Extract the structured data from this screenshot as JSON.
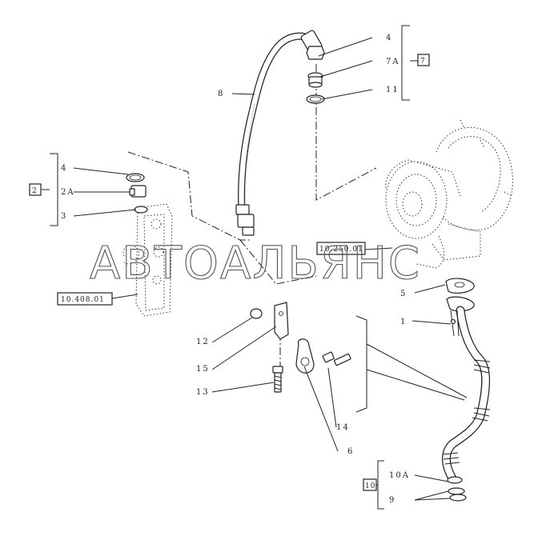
{
  "watermark": "АВТОАЛЬЯНС",
  "callouts": {
    "c4_top": "4",
    "c7A": "7A",
    "c11": "11",
    "c8": "8",
    "c4_left": "4",
    "c2A": "2A",
    "c3": "3",
    "c5": "5",
    "c1": "1",
    "c12": "12",
    "c15": "15",
    "c13": "13",
    "c14": "14",
    "c6": "6",
    "c10A": "10A",
    "c9": "9"
  },
  "groups": {
    "g7": "7",
    "g2": "2",
    "g10": "10"
  },
  "refs": {
    "r10408": "10.408.01",
    "r10250": "10.250.01"
  }
}
